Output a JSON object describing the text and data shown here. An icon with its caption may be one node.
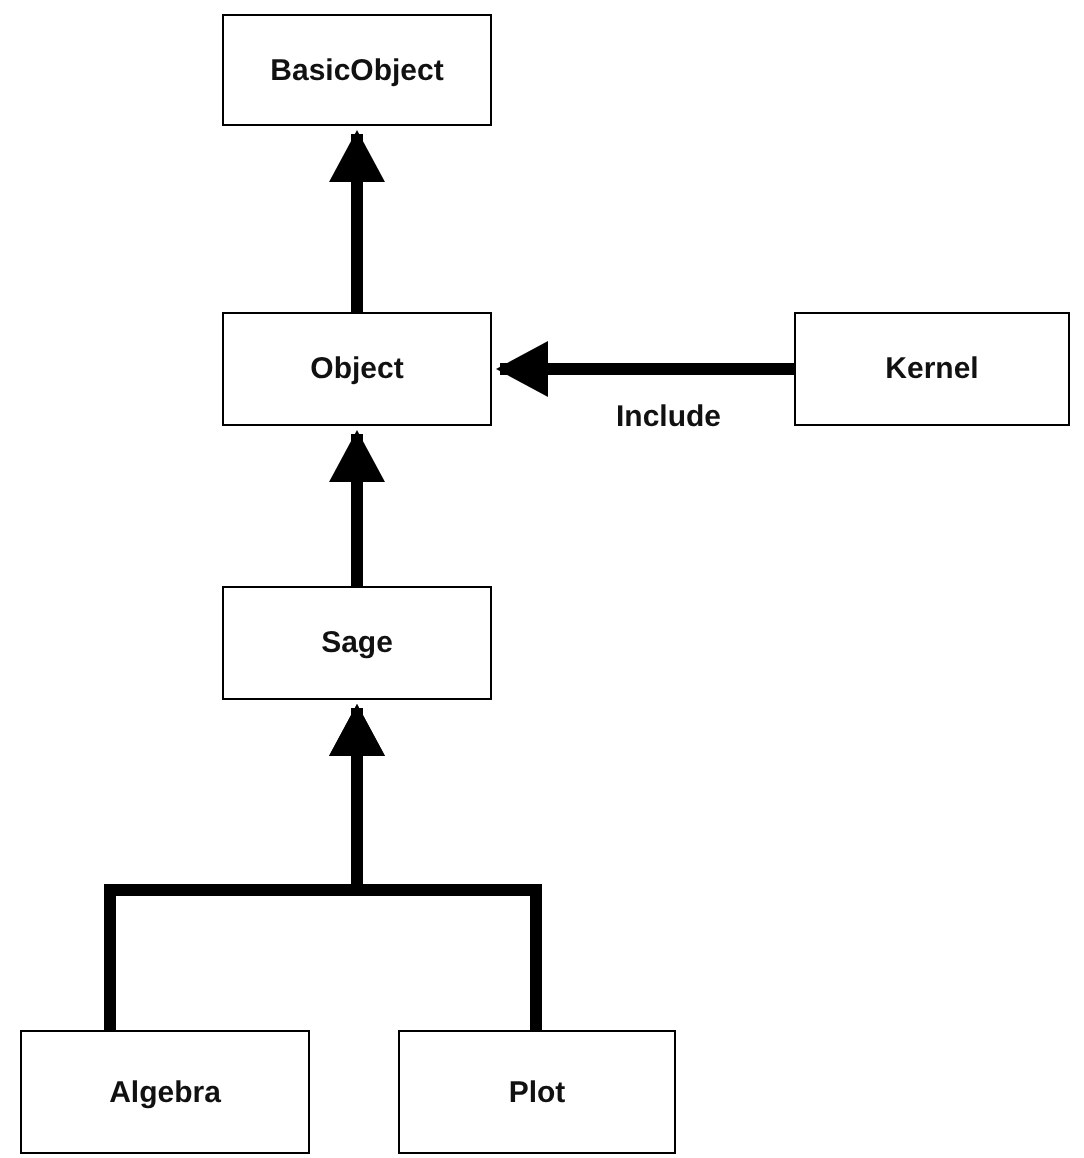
{
  "diagram": {
    "nodes": [
      {
        "text": [
          "BasicObject"
        ]
      },
      {
        "text": [
          "Object"
        ]
      },
      {
        "text": [
          "Kernel"
        ]
      },
      {
        "text": [
          "Sage"
        ]
      },
      {
        "text": [
          "Algebra"
        ]
      },
      {
        "text": [
          "Plot"
        ]
      }
    ],
    "edges": [
      {
        "from": 1,
        "to": 0,
        "arrow": "to"
      },
      {
        "from": 2,
        "to": 1,
        "arrow": "to",
        "label": "Include"
      },
      {
        "from": 3,
        "to": 1,
        "arrow": "to"
      },
      {
        "from": 4,
        "to": 3,
        "arrow": "to"
      },
      {
        "from": 5,
        "to": 3,
        "arrow": "to"
      }
    ]
  }
}
